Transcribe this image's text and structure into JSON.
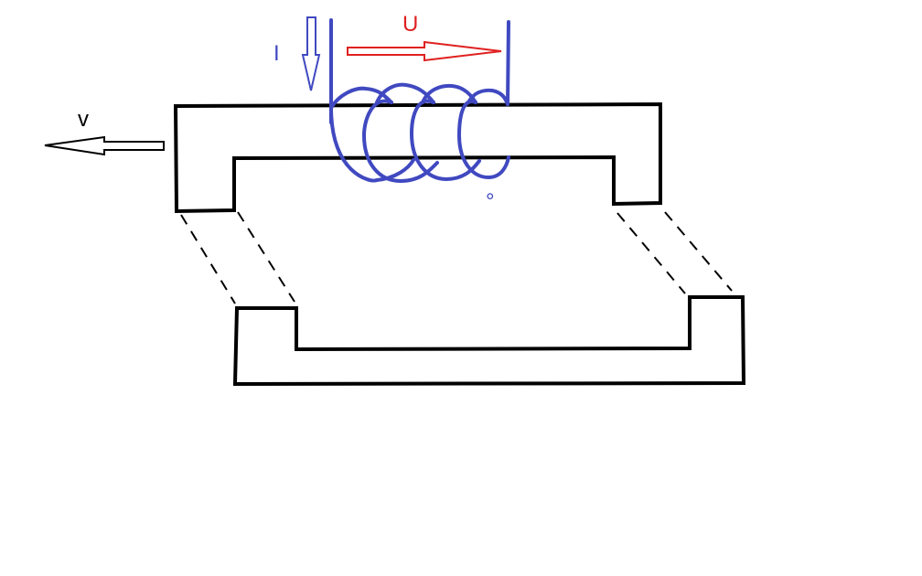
{
  "labels": {
    "velocity": "v",
    "current": "I",
    "voltage": "U",
    "dot": "°"
  },
  "colors": {
    "frame": "#000000",
    "coil": "#4049c0",
    "voltage_arrow": "#e02020",
    "velocity_arrow": "#000000"
  },
  "coil": {
    "turns": 4
  }
}
